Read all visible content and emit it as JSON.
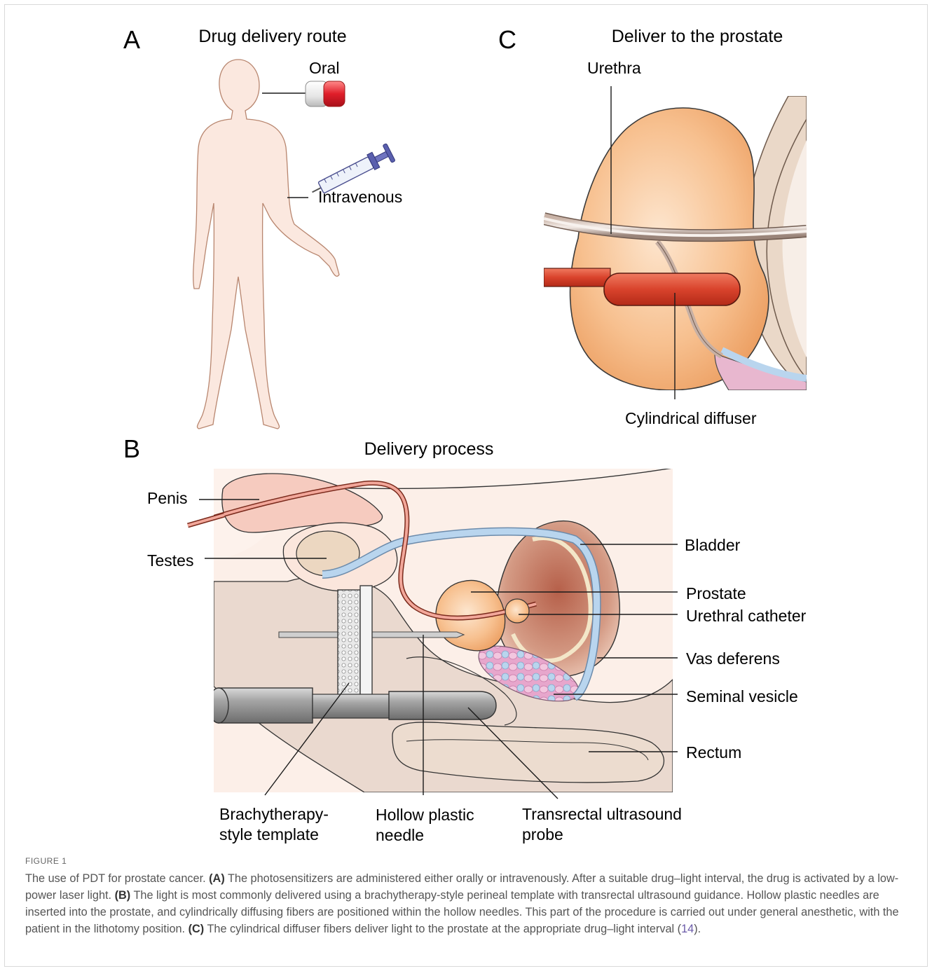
{
  "panels": {
    "A": {
      "letter": "A",
      "title": "Drug delivery route",
      "labels": {
        "oral": "Oral",
        "intravenous": "Intravenous"
      }
    },
    "B": {
      "letter": "B",
      "title": "Delivery process",
      "labels": {
        "penis": "Penis",
        "testes": "Testes",
        "bladder": "Bladder",
        "prostate": "Prostate",
        "urethral_catheter": "Urethral catheter",
        "vas_deferens": "Vas deferens",
        "seminal_vesicle": "Seminal vesicle",
        "rectum": "Rectum",
        "template_line1": "Brachytherapy-",
        "template_line2": "style template",
        "needle_line1": "Hollow plastic",
        "needle_line2": "needle",
        "probe_line1": "Transrectal ultrasound",
        "probe_line2": "probe"
      }
    },
    "C": {
      "letter": "C",
      "title": "Deliver to the prostate",
      "labels": {
        "urethra": "Urethra",
        "diffuser": "Cylindrical diffuser"
      }
    }
  },
  "caption": {
    "figure_label": "FIGURE 1",
    "intro": "The use of PDT for prostate cancer. ",
    "a_tag": "(A)",
    "a_text": " The photosensitizers are administered either orally or intravenously. After a suitable drug–light interval, the drug is activated by a low-power laser light. ",
    "b_tag": "(B)",
    "b_text": " The light is most commonly delivered using a brachytherapy-style perineal template with transrectal ultrasound guidance. Hollow plastic needles are inserted into the prostate, and cylindrically diffusing fibers are positioned within the hollow needles. This part of the procedure is carried out under general anesthetic, with the patient in the lithotomy position. ",
    "c_tag": "(C)",
    "c_text": " The cylindrical diffuser fibers deliver light to the prostate at the appropriate drug–light interval ",
    "ref_open": "(",
    "ref": "14",
    "ref_close": ")."
  },
  "colors": {
    "skin": "#fbe8df",
    "prostate_orange": "#f6b27a",
    "catheter_red": "#d9432c",
    "vas_blue": "#b9d5ee",
    "vesicle_pink": "#e7a6cc",
    "bladder_brown": "#b5705a",
    "probe_gray": "#8a8a8a",
    "reference_purple": "#6a5aa8"
  },
  "icons": [
    "human-figure-icon",
    "capsule-icon",
    "syringe-icon"
  ]
}
